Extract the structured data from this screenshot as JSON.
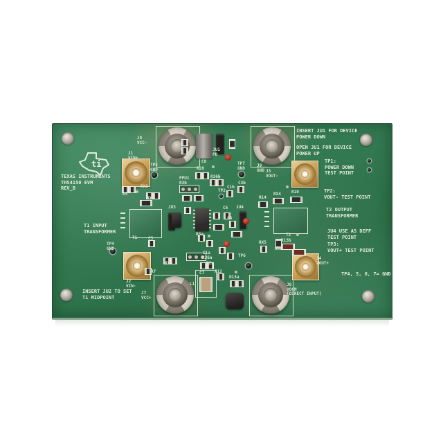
{
  "scene": {
    "description": "Photograph of a Texas Instruments THS4150 EVM evaluation board: green PCB with SMA connectors, banana-jack power posts, transformers and silkscreen labels, on a white background",
    "background_color": "#ffffff",
    "board_color": "#337a52",
    "silkscreen_color": "#e3ecdc"
  },
  "branding": {
    "logo": "ti-texas-logo",
    "logo_text": "ti",
    "company": "TEXAS INSTRUMENTS",
    "model": "THS4150 EVM",
    "revision": "REV_B"
  },
  "notes": {
    "ju1_insert": "INSERT JU1 FOR DEVICE\nPOWER DOWN",
    "ju1_open": "OPEN JU1 FOR DEVICE\nPOWER UP",
    "tp1": "TP1:\nPOWER DOWN\nTEST POINT",
    "tp2": "TP2:\nVOUT- TEST POINT",
    "t2_output": "T2 OUTPUT\nTRANSFORMER",
    "ju4_diff": "JU4 USE AS DIFF\nTEST POINT",
    "tp3": "TP3:\nVOUT+ TEST POINT",
    "tp_gnd": "TP4, 5, 6, 7= GND",
    "t1_input": "T1 INPUT\nTRANSFORMER",
    "ju2_midpoint": "INSERT JU2 TO SET\nT1 MIDPOINT"
  },
  "connectors": {
    "j8": "J8\nVCC-",
    "j1": "J1\nVIN+",
    "tp5": "TP5\nGND",
    "tp7": "TP7\nGND",
    "j9": "J9\nGND",
    "j3": "J3\nVOUT-",
    "j2": "J2\nVIN-",
    "tp4": "TP4\nGND",
    "j7": "J7\nVCC+",
    "j4": "J4\nVOUT+",
    "j6": "J6\nVOCM\n(DIRECT INPUT)",
    "tp6": "TP6"
  },
  "refdes": {
    "c8": "C8",
    "ju1": "JU1\nPD",
    "r20": "R20",
    "r36b": "R36b",
    "ppu1": "PPU1\nR3b",
    "c1b": "C1b",
    "c3b": "C3b",
    "tp2": "TP2",
    "rx4": "RX4",
    "r10": "R10",
    "r14": "R14",
    "r5": "R5",
    "rx3": "RX3",
    "rx1": "RX1",
    "ju3": "JU3",
    "c6": "C6",
    "ju4": "JU4",
    "c4": "C4",
    "r3a": "R3a",
    "c1a": "C1a",
    "r36a": "R36a",
    "r2a": "R2a",
    "rx0": "RX0",
    "r7": "R7",
    "c5": "C5",
    "c7": "C7",
    "l1": "L1",
    "r12": "R12",
    "d13a": "D13a",
    "rx5": "RX5",
    "r13b": "R13b",
    "rx6": "RX6",
    "t1": "T1",
    "t2": "T2"
  }
}
